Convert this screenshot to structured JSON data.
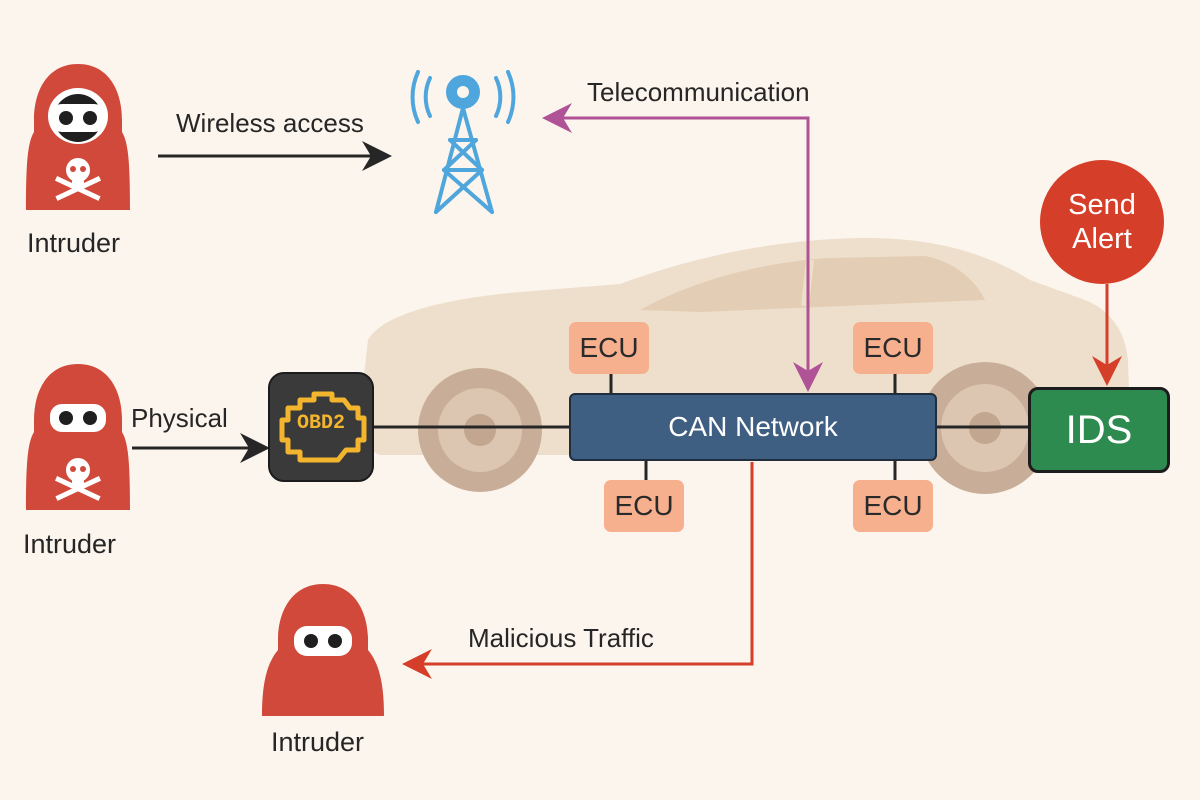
{
  "intruders": [
    {
      "label": "Intruder"
    },
    {
      "label": "Intruder"
    },
    {
      "label": "Intruder"
    }
  ],
  "attack_paths": {
    "wireless": "Wireless access",
    "physical": "Physical",
    "telecom": "Telecommunication",
    "malicious": "Malicious Traffic"
  },
  "obd": {
    "label": "OBD2"
  },
  "can_network": {
    "label": "CAN Network"
  },
  "ecus": [
    {
      "label": "ECU"
    },
    {
      "label": "ECU"
    },
    {
      "label": "ECU"
    },
    {
      "label": "ECU"
    }
  ],
  "ids": {
    "label": "IDS"
  },
  "alert": {
    "line1": "Send",
    "line2": "Alert"
  },
  "colors": {
    "background": "#FCF5ED",
    "intruder": "#D0493A",
    "tower": "#4FA6DD",
    "can": "#3F5F82",
    "ecu": "#F6B08E",
    "ids": "#2E8B50",
    "alert": "#D53F2A",
    "telecom_arrow": "#B05296",
    "malicious_arrow": "#D53F2A",
    "car": "#EEDFCC"
  },
  "icons": [
    "hooded-intruder-icon",
    "skull-crossbones-icon",
    "radio-tower-icon",
    "engine-check-icon",
    "car-silhouette"
  ]
}
